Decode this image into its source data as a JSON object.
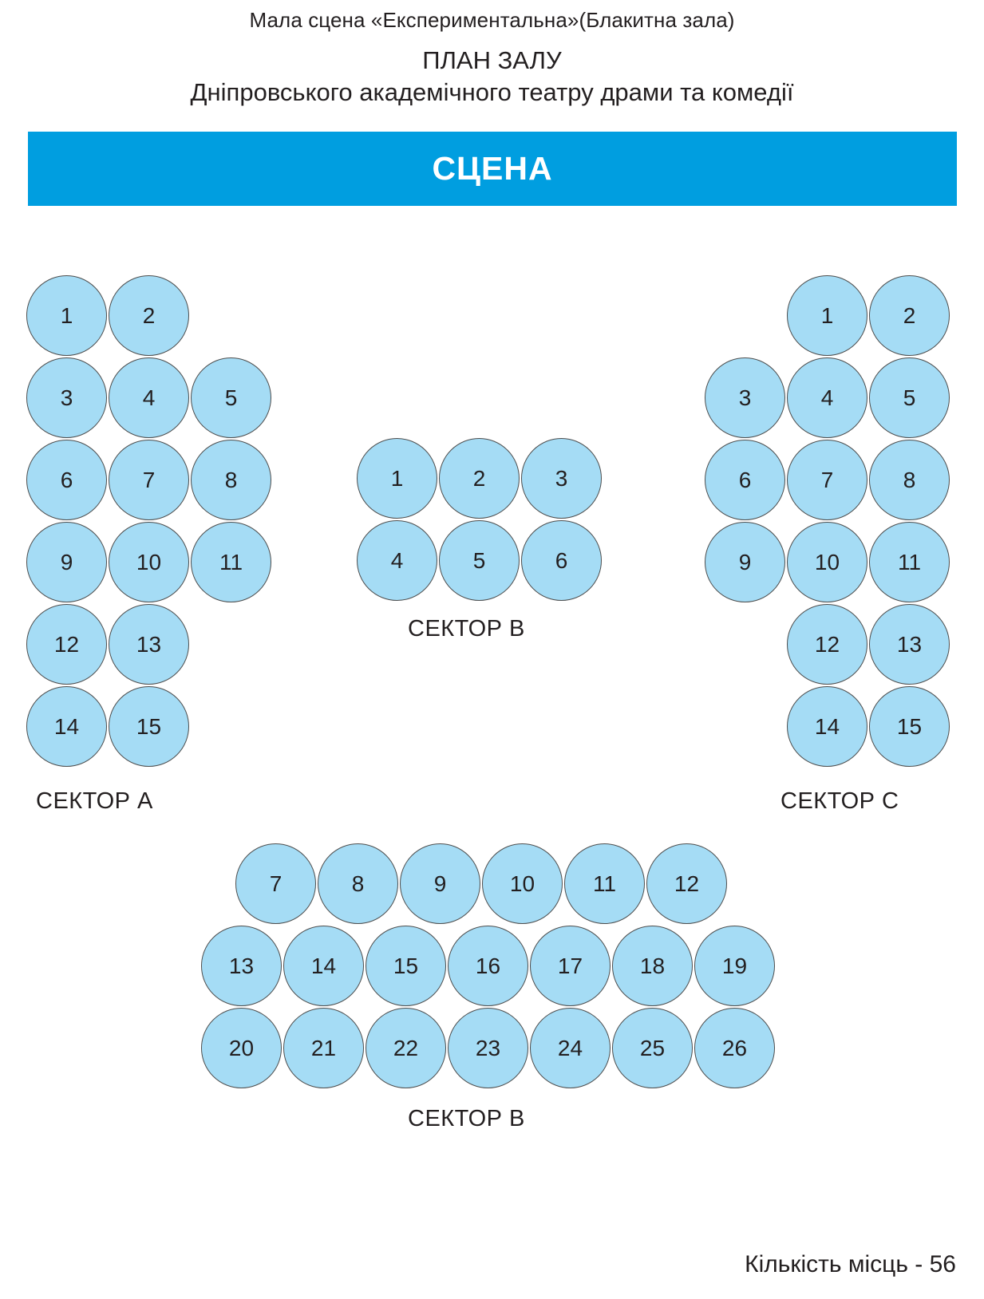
{
  "header": {
    "venue_subtitle": "Мала сцена «Експериментальна»(Блакитна зала)",
    "plan_title_line1": "ПЛАН ЗАЛУ",
    "plan_title_line2": "Дніпровського академічного театру драми та комедії"
  },
  "stage": {
    "label": "СЦЕНА",
    "color": "#009EE0"
  },
  "colors": {
    "seat_fill": "#A5DCF5",
    "seat_border": "#4D4D4D",
    "stage": "#009EE0",
    "text": "#231F20"
  },
  "sectors": [
    {
      "id": "a",
      "label": "СЕКТОР А",
      "rows": [
        [
          "1",
          "2"
        ],
        [
          "3",
          "4",
          "5"
        ],
        [
          "6",
          "7",
          "8"
        ],
        [
          "9",
          "10",
          "11"
        ],
        [
          "12",
          "13"
        ],
        [
          "14",
          "15"
        ]
      ]
    },
    {
      "id": "b-top",
      "label": "СЕКТОР В",
      "rows": [
        [
          "1",
          "2",
          "3"
        ],
        [
          "4",
          "5",
          "6"
        ]
      ]
    },
    {
      "id": "c",
      "label": "СЕКТОР С",
      "rows": [
        [
          "1",
          "2"
        ],
        [
          "3",
          "4",
          "5"
        ],
        [
          "6",
          "7",
          "8"
        ],
        [
          "9",
          "10",
          "11"
        ],
        [
          "12",
          "13"
        ],
        [
          "14",
          "15"
        ]
      ]
    },
    {
      "id": "b-bottom",
      "label": "СЕКТОР В",
      "rows": [
        [
          "7",
          "8",
          "9",
          "10",
          "11",
          "12"
        ],
        [
          "13",
          "14",
          "15",
          "16",
          "17",
          "18",
          "19"
        ],
        [
          "20",
          "21",
          "22",
          "23",
          "24",
          "25",
          "26"
        ]
      ]
    }
  ],
  "footer": {
    "seat_count_text": "Кількість місць - 56"
  }
}
